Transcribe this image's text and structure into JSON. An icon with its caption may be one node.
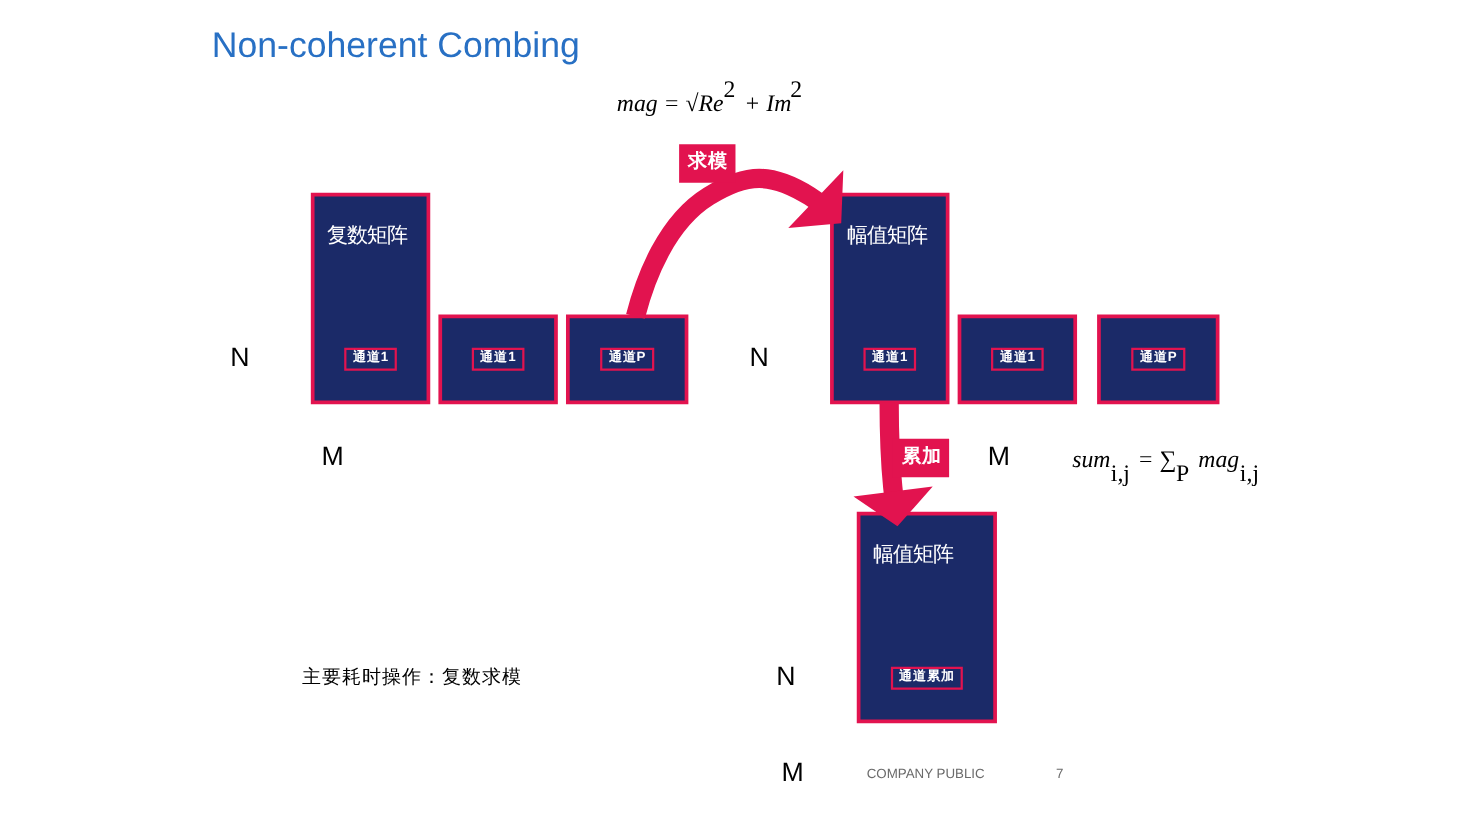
{
  "diagram": {
    "title": "Non-coherent Combing",
    "nodes": [
      {
        "text": [
          "复数矩阵"
        ],
        "beside": [
          "N",
          "M"
        ]
      },
      {
        "text": [
          "通道1"
        ],
        "in": 0
      },
      {
        "text": [],
        "shape": "box"
      },
      {
        "text": [
          "通道1"
        ],
        "in": 2
      },
      {
        "text": [],
        "shape": "box"
      },
      {
        "text": [
          "通道P"
        ],
        "in": 4
      },
      {
        "text": [
          "幅值矩阵"
        ],
        "beside": [
          "N",
          "M"
        ]
      },
      {
        "text": [
          "通道1"
        ],
        "in": 6
      },
      {
        "text": [],
        "shape": "box"
      },
      {
        "text": [
          "通道1"
        ],
        "in": 8
      },
      {
        "text": [],
        "shape": "box"
      },
      {
        "text": [
          "通道P"
        ],
        "in": 10
      },
      {
        "text": [
          "幅值矩阵"
        ],
        "beside": [
          "N",
          "M"
        ]
      },
      {
        "text": [
          "通道累加"
        ],
        "in": 12
      }
    ],
    "edges": [
      {
        "from": 4,
        "to": 6,
        "arrow": "to",
        "label": "求模"
      },
      {
        "from": 6,
        "to": 12,
        "arrow": "to",
        "label": "累加"
      }
    ],
    "labels": [
      "mag = √Re$^{2}$ + Im$^{2}$",
      "sum$_{i,j}$ = ∑$_{P}$ mag$_{i,j}$",
      "主要耗时操作：复数求模",
      "COMPANY PUBLIC",
      "7"
    ]
  }
}
